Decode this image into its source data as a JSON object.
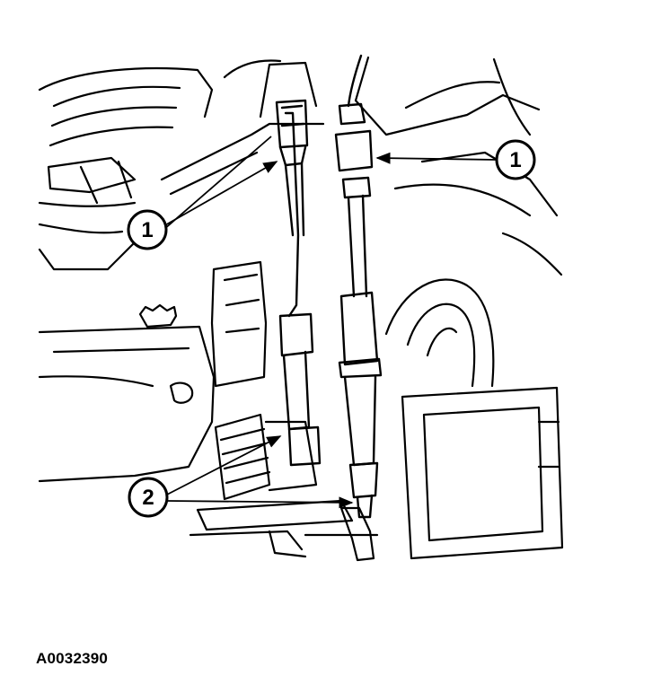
{
  "callouts": [
    {
      "label": "1"
    },
    {
      "label": "1"
    },
    {
      "label": "2"
    }
  ],
  "figure_id": "A0032390",
  "colors": {
    "ink": "#000000",
    "paper": "#ffffff"
  }
}
